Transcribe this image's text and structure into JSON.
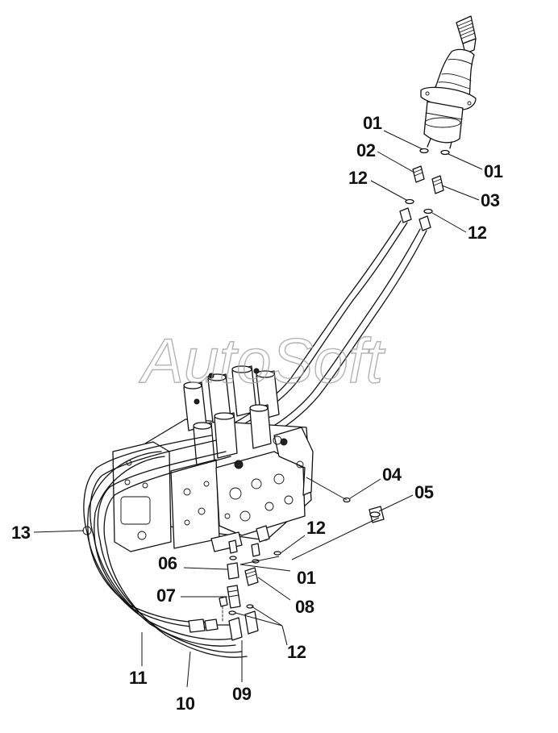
{
  "watermark": "AutoSoft",
  "callouts": [
    {
      "id": "c01a",
      "label": "01"
    },
    {
      "id": "c02",
      "label": "02"
    },
    {
      "id": "c12a",
      "label": "12"
    },
    {
      "id": "c01b",
      "label": "01"
    },
    {
      "id": "c03",
      "label": "03"
    },
    {
      "id": "c12b",
      "label": "12"
    },
    {
      "id": "c04",
      "label": "04"
    },
    {
      "id": "c05",
      "label": "05"
    },
    {
      "id": "c12c",
      "label": "12"
    },
    {
      "id": "c13",
      "label": "13"
    },
    {
      "id": "c06",
      "label": "06"
    },
    {
      "id": "c01c",
      "label": "01"
    },
    {
      "id": "c07",
      "label": "07"
    },
    {
      "id": "c08",
      "label": "08"
    },
    {
      "id": "c12d",
      "label": "12"
    },
    {
      "id": "c11",
      "label": "11"
    },
    {
      "id": "c10",
      "label": "10"
    },
    {
      "id": "c09",
      "label": "09"
    }
  ]
}
